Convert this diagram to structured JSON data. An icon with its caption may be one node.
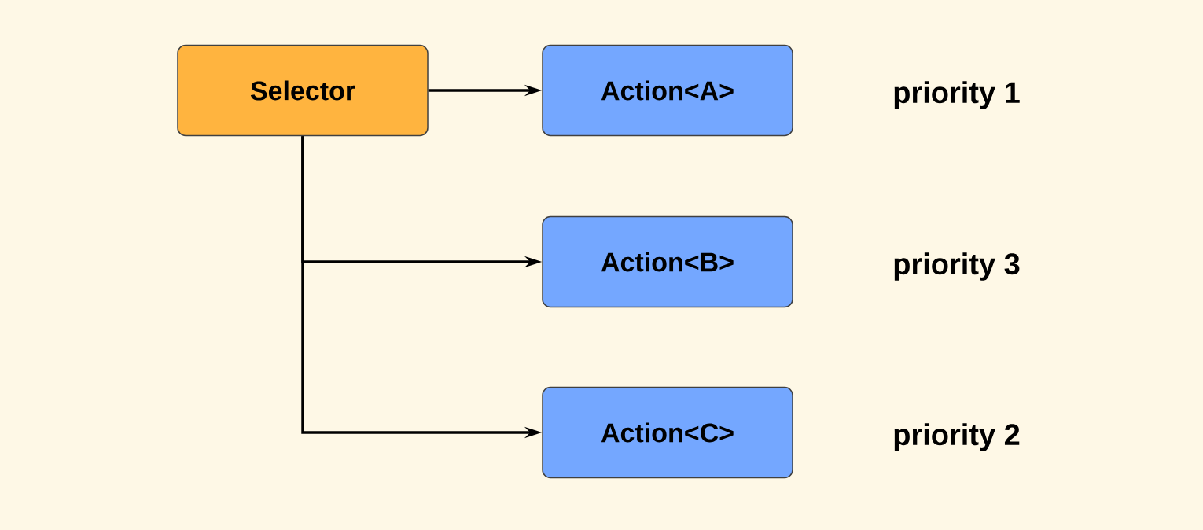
{
  "diagram": {
    "nodes": [
      {
        "text": [
          "Selector"
        ]
      },
      {
        "text": [
          "Action<A>"
        ],
        "beside": [
          "priority 1"
        ]
      },
      {
        "text": [
          "Action<B>"
        ],
        "beside": [
          "priority 3"
        ]
      },
      {
        "text": [
          "Action<C>"
        ],
        "beside": [
          "priority 2"
        ]
      }
    ],
    "edges": [
      {
        "from": 0,
        "to": 1,
        "arrow": "to"
      },
      {
        "from": 0,
        "to": 2,
        "arrow": "to"
      },
      {
        "from": 0,
        "to": 3,
        "arrow": "to"
      }
    ]
  }
}
